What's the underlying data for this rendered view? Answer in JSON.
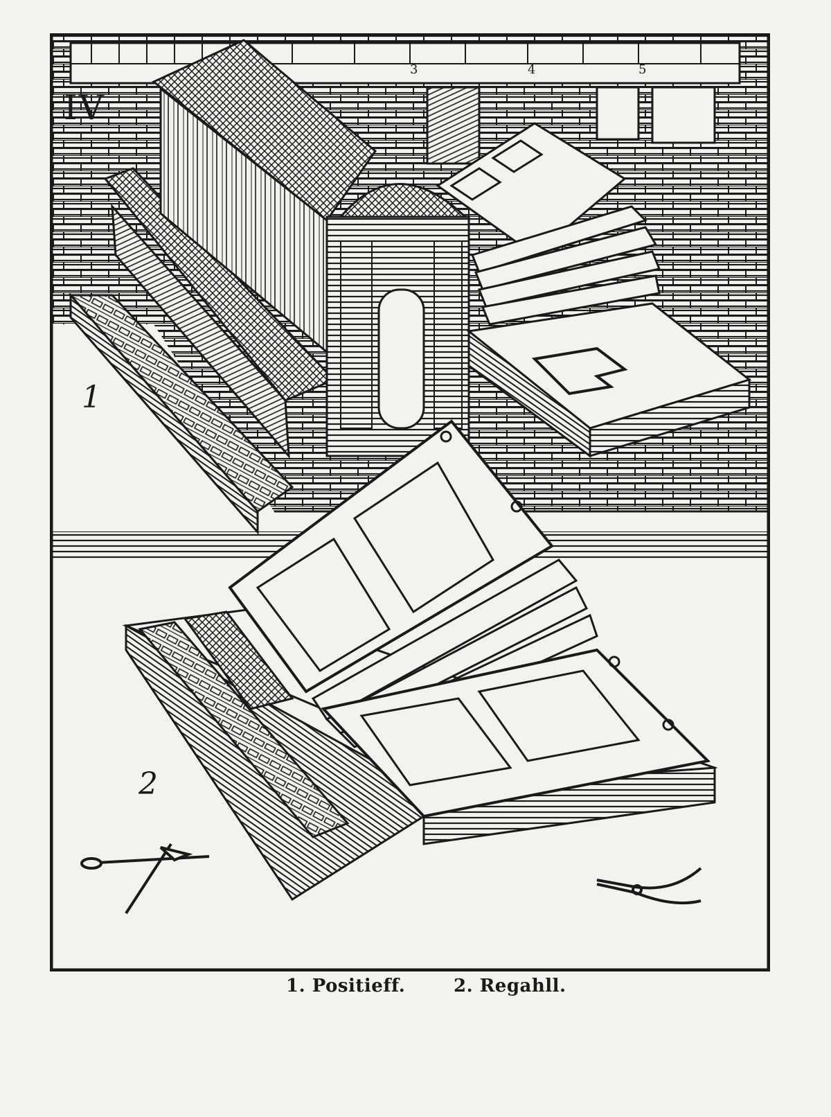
{
  "plate": {
    "number": "IV",
    "ruler_numbers": [
      "3",
      "4",
      "5"
    ]
  },
  "figures": [
    {
      "label": "1"
    },
    {
      "label": "2"
    }
  ],
  "captions": [
    {
      "text": "1. Positieff."
    },
    {
      "text": "2. Regahll."
    }
  ],
  "colors": {
    "paper": "#f4f2ee",
    "ink": "#1a1a1a"
  }
}
